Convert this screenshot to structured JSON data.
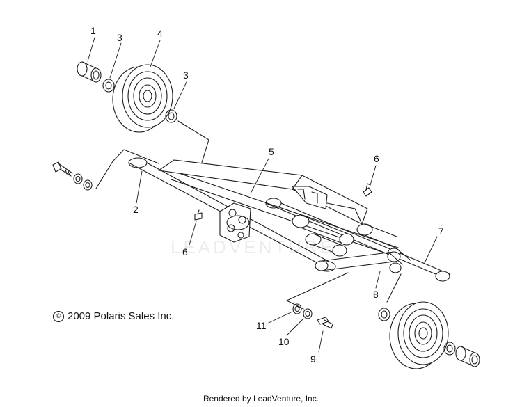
{
  "diagram": {
    "callouts": [
      "1",
      "2",
      "3",
      "3",
      "4",
      "5",
      "6",
      "6",
      "7",
      "8",
      "9",
      "10",
      "11"
    ],
    "copyright": "2009 Polaris Sales Inc.",
    "copyright_symbol": "©",
    "footer": "Rendered by LeadVenture, Inc.",
    "watermark": "LEADVENTURE"
  },
  "colors": {
    "line": "#1a1a1a",
    "background": "#ffffff"
  }
}
